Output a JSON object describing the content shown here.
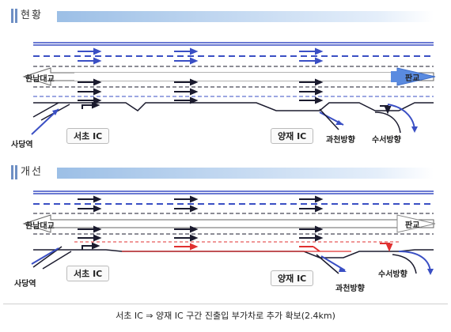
{
  "current": {
    "header": "현황",
    "west_sign": "한남대교",
    "east_sign": "판교",
    "left_station": "사당역",
    "ic_left": "서초 IC",
    "ic_right": "양재 IC",
    "exit_a": "과천방향",
    "exit_b": "수서방향"
  },
  "improved": {
    "header": "개선",
    "west_sign": "한남대교",
    "east_sign": "판교",
    "left_station": "사당역",
    "ic_left": "서초 IC",
    "ic_right": "양재 IC",
    "exit_a": "과천방향",
    "exit_b": "수서방향"
  },
  "caption": "서초 IC ⇒ 양재 IC 구간 진출입 부가차로 추가 확보(2.4km)",
  "colors": {
    "lane_blue": "#3a4fc4",
    "lane_dark": "#1b1b2e",
    "added_lane": "#e03030",
    "arrow_white": "#ffffff",
    "header_bar": "#9cbfe6"
  }
}
